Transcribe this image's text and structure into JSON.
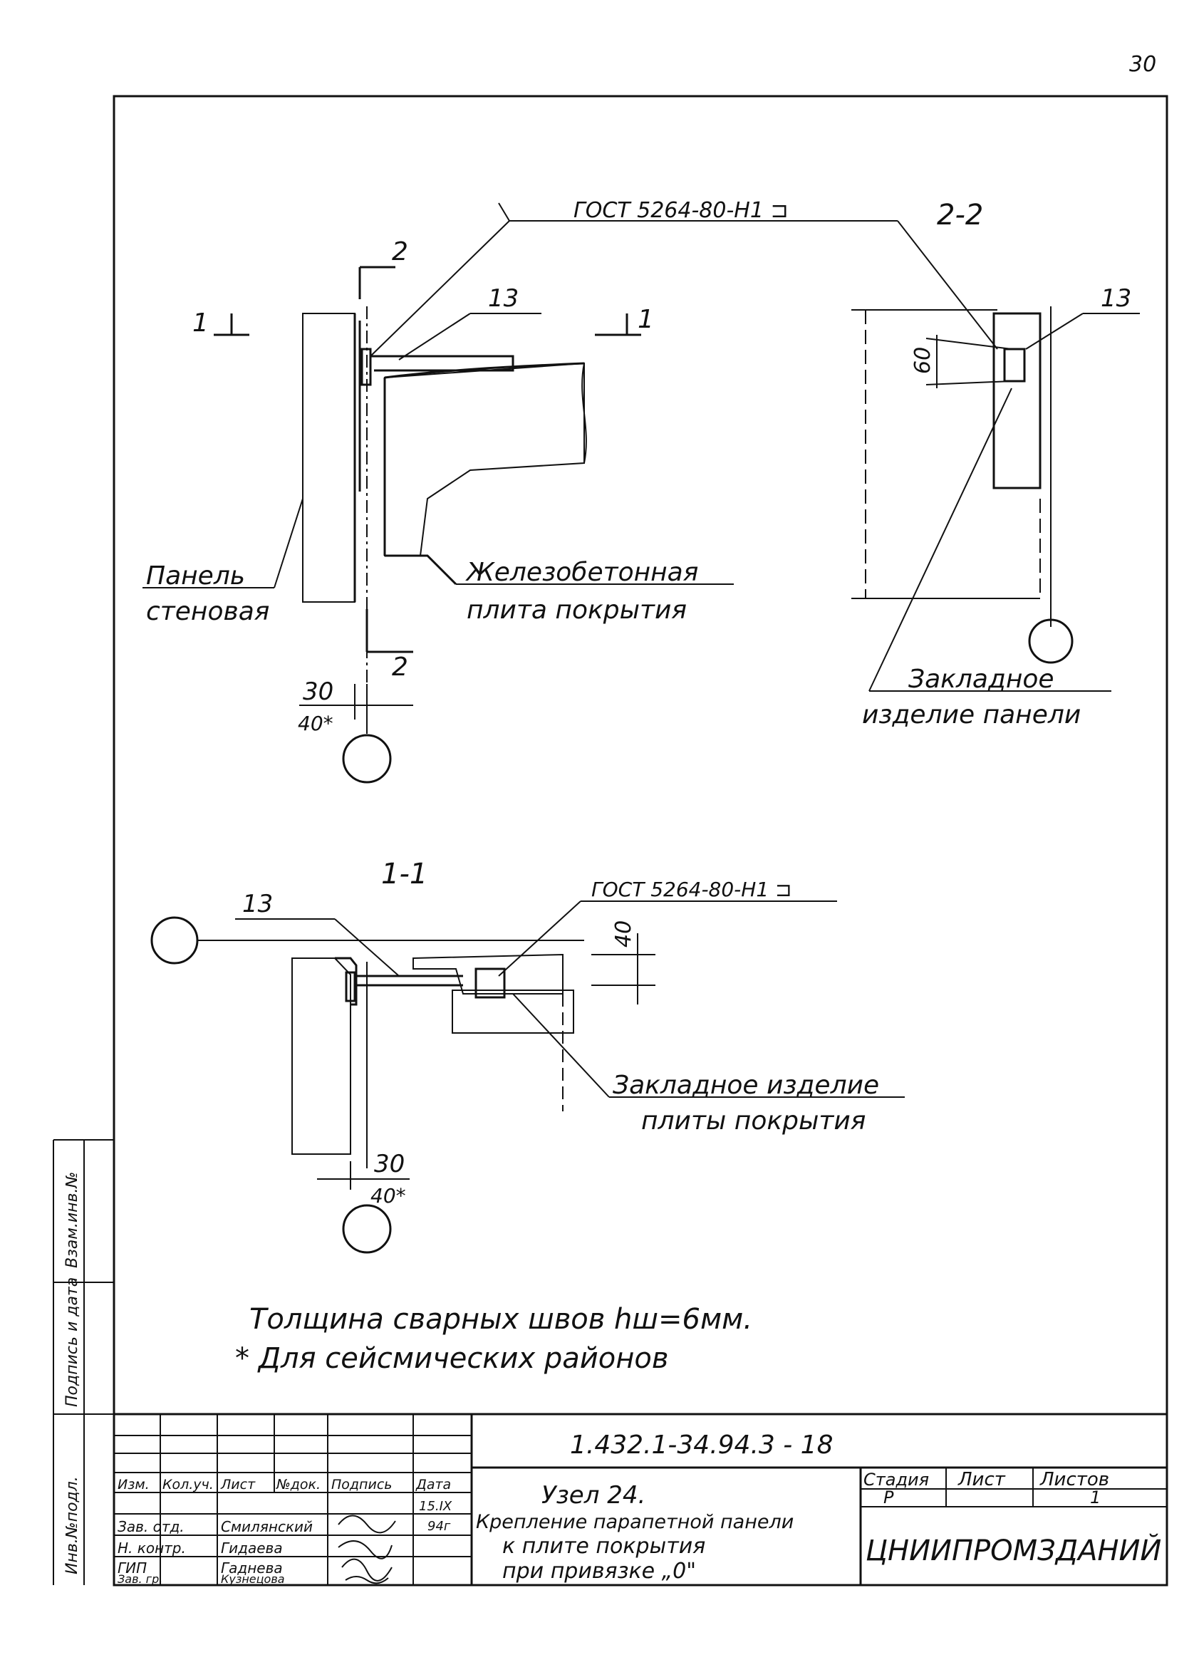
{
  "page_number": "30",
  "gost_top": "ГОСТ 5264-80-Н1 ⊐",
  "gost_mid": "ГОСТ 5264-80-Н1 ⊐",
  "section_2_2": "2-2",
  "section_1_1": "1-1",
  "cut_1": "1",
  "cut_1b": "1",
  "cut_2": "2",
  "cut_2b": "2",
  "pos_13_a": "13",
  "pos_13_b": "13",
  "pos_13_c": "13",
  "dim_60": "60",
  "dim_40": "40",
  "dim_30_a": "30",
  "dim_40a_a": "40*",
  "dim_30_b": "30",
  "dim_40a_b": "40*",
  "label_panel_1": "Панель",
  "label_panel_2": "стеновая",
  "label_slab_1": "Железобетонная",
  "label_slab_2": "плита покрытия",
  "label_emb_panel_1": "Закладное",
  "label_emb_panel_2": "изделие панели",
  "label_emb_slab_1": "Закладное изделие",
  "label_emb_slab_2": "плиты покрытия",
  "note_1": "Толщина сварных швов hш=6мм.",
  "note_2": "* Для сейсмических районов",
  "side_labels": [
    "Взам.инв.№",
    "Подпись и дата",
    "Инв.№подл."
  ],
  "title_block": {
    "doc_code": "1.432.1-34.94.3 - 18",
    "headers": [
      "Изм.",
      "Кол.уч.",
      "Лист",
      "№док.",
      "Подпись",
      "Дата"
    ],
    "rows": [
      {
        "role": "Зав. отд.",
        "name": "Смилянский"
      },
      {
        "role": "Н. контр.",
        "name": "Гидаева"
      },
      {
        "role": "ГИП",
        "name": "Гаднева"
      },
      {
        "role": "Зав. гр.",
        "name": "Кузнецова"
      }
    ],
    "date_1": "15.IX",
    "date_2": "94г",
    "title_1": "Узел 24.",
    "title_2": "Крепление парапетной панели",
    "title_3": "к плите покрытия",
    "title_4": "при привязке „0\"",
    "stage_h": "Стадия",
    "sheet_h": "Лист",
    "sheets_h": "Листов",
    "stage": "Р",
    "sheet": "",
    "sheets": "1",
    "org": "ЦНИИПРОМЗДАНИЙ"
  }
}
